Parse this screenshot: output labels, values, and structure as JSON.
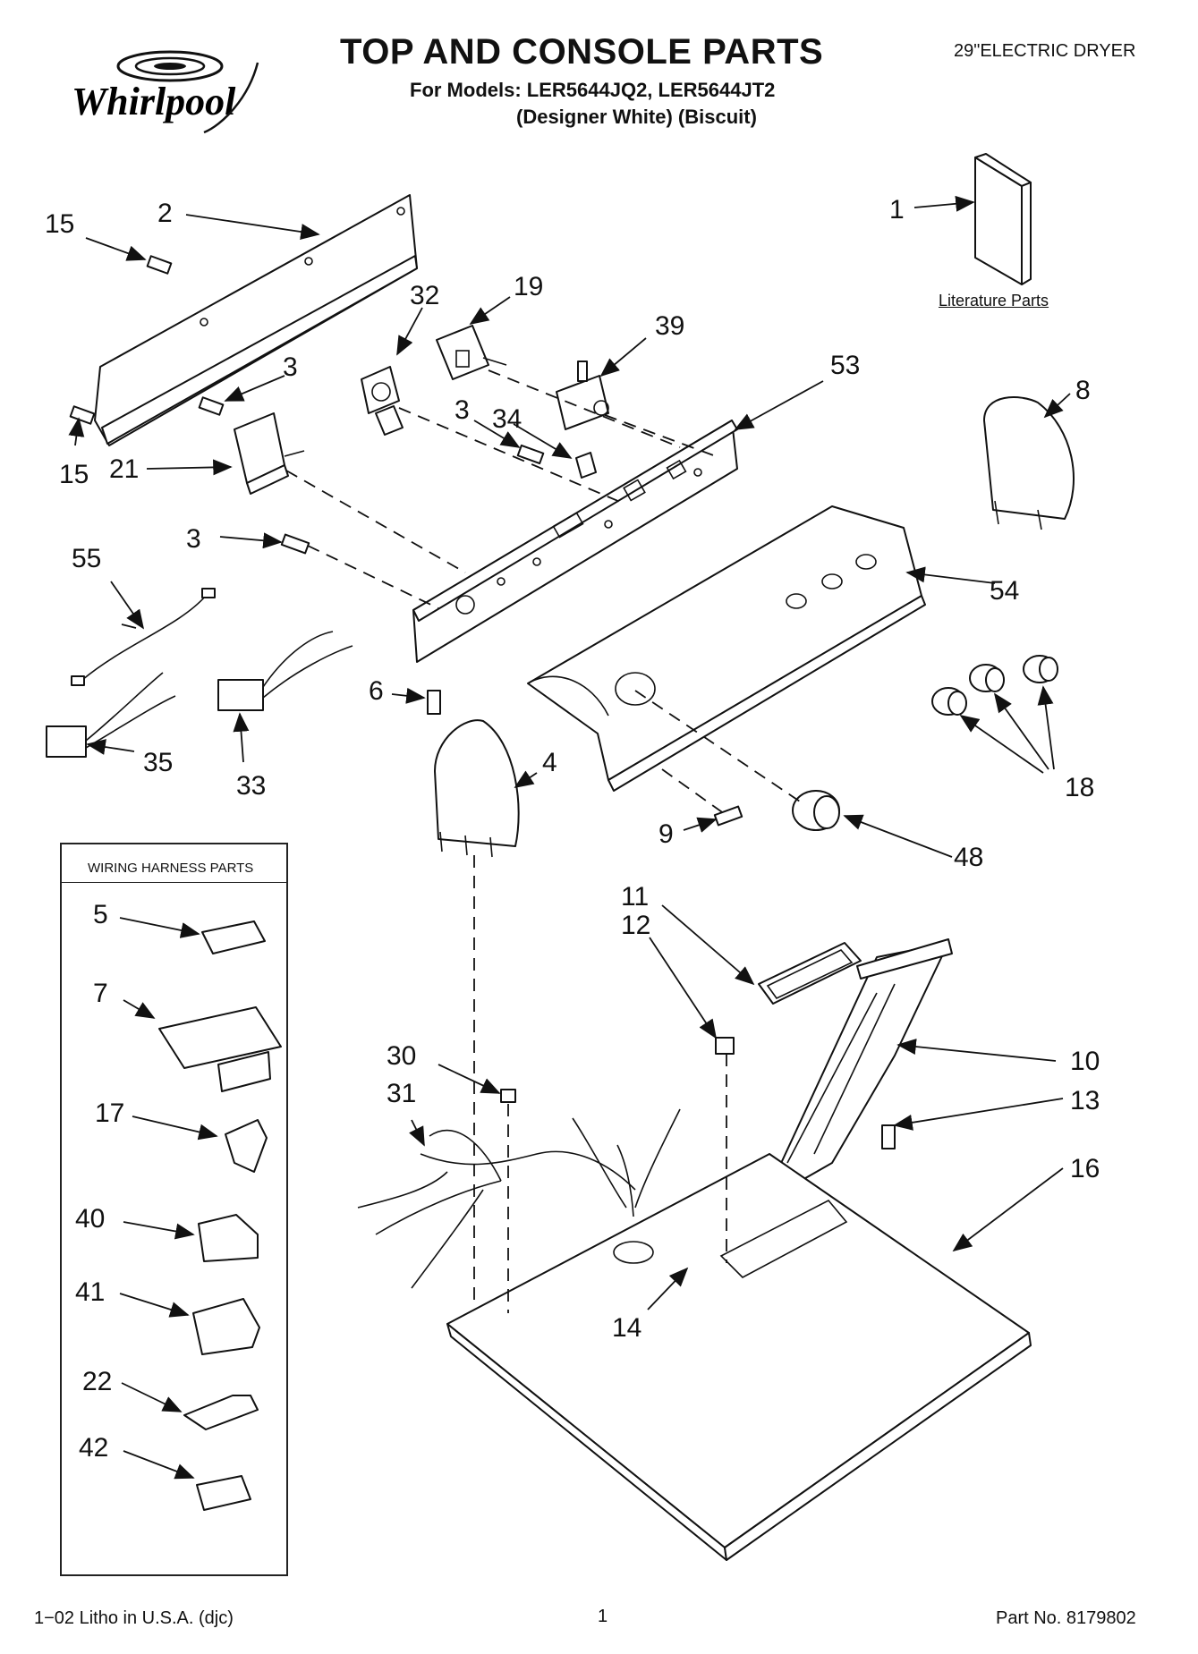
{
  "header": {
    "brand": "Whirlpool",
    "title": "TOP AND CONSOLE PARTS",
    "models_line": "For Models: LER5644JQ2, LER5644JT2",
    "variants_line": "(Designer White)   (Biscuit)",
    "product": "29\"ELECTRIC DRYER"
  },
  "literature_label": "Literature Parts",
  "harness_box": {
    "title": "WIRING HARNESS PARTS"
  },
  "footer": {
    "left": "1−02 Litho in U.S.A. (djc)",
    "center": "1",
    "right": "Part No. 8179802"
  },
  "callouts": {
    "c1": "1",
    "c2": "2",
    "c3a": "3",
    "c3b": "3",
    "c3c": "3",
    "c4": "4",
    "c5": "5",
    "c6": "6",
    "c7": "7",
    "c8": "8",
    "c9": "9",
    "c10": "10",
    "c11": "11",
    "c12": "12",
    "c13": "13",
    "c14": "14",
    "c15a": "15",
    "c15b": "15",
    "c16": "16",
    "c17": "17",
    "c18": "18",
    "c19": "19",
    "c21": "21",
    "c22": "22",
    "c30": "30",
    "c31": "31",
    "c32": "32",
    "c33": "33",
    "c34": "34",
    "c35": "35",
    "c39": "39",
    "c40": "40",
    "c41": "41",
    "c42": "42",
    "c48": "48",
    "c53": "53",
    "c54": "54",
    "c55": "55"
  },
  "icons": {
    "logo": "whirlpool-swirl-logo"
  }
}
